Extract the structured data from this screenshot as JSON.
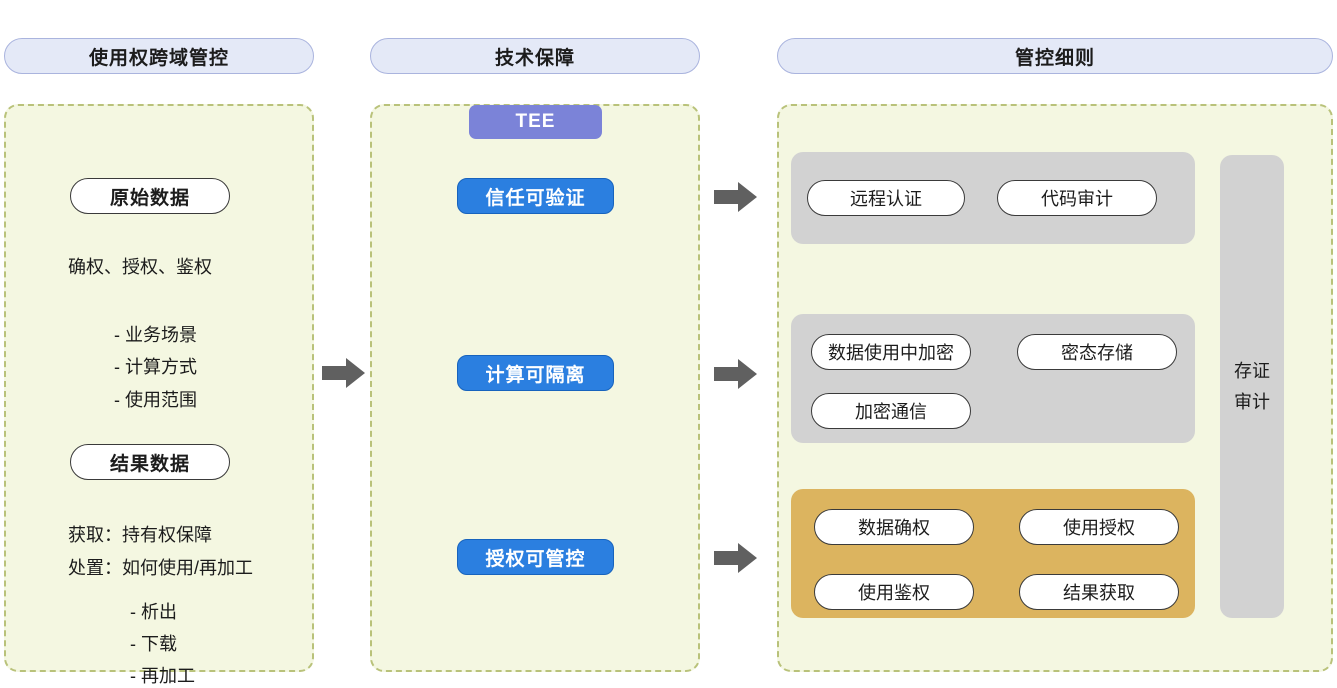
{
  "columns": {
    "left": {
      "header": "使用权跨域管控",
      "sections": [
        {
          "pill": "原始数据",
          "subtitle": "确权、授权、鉴权",
          "bullets": [
            "- 业务场景",
            "- 计算方式",
            "- 使用范围"
          ]
        },
        {
          "pill": "结果数据",
          "lines": [
            "获取：持有权保障",
            "处置：如何使用/再加工"
          ],
          "bullets": [
            "- 析出",
            "- 下载",
            "- 再加工"
          ]
        }
      ]
    },
    "middle": {
      "header": "技术保障",
      "badge": "TEE",
      "buttons": [
        "信任可验证",
        "计算可隔离",
        "授权可管控"
      ]
    },
    "right": {
      "header": "管控细则",
      "groups": [
        {
          "style": "gray",
          "items": [
            "远程认证",
            "代码审计"
          ]
        },
        {
          "style": "gray",
          "items": [
            "数据使用中加密",
            "密态存储",
            "加密通信"
          ]
        },
        {
          "style": "gold",
          "items": [
            "数据确权",
            "使用授权",
            "使用鉴权",
            "结果获取"
          ]
        }
      ],
      "sidebar": {
        "line1": "存证",
        "line2": "审计"
      }
    }
  },
  "arrows": {
    "left_to_middle": "arrow-right-icon",
    "middle_to_right_1": "arrow-right-icon",
    "middle_to_right_2": "arrow-right-icon",
    "middle_to_right_3": "arrow-right-icon"
  },
  "colors": {
    "header_pill_fill": "#e4e9f7",
    "header_pill_border": "#aab4de",
    "dashed_box_fill": "#f4f7e1",
    "dashed_box_border": "#b9c27a",
    "blue_button": "#2b7fe0",
    "tee_badge": "#7b83d8",
    "group_gray": "#d2d2d2",
    "group_gold": "#dcb45f",
    "arrow": "#606060"
  }
}
